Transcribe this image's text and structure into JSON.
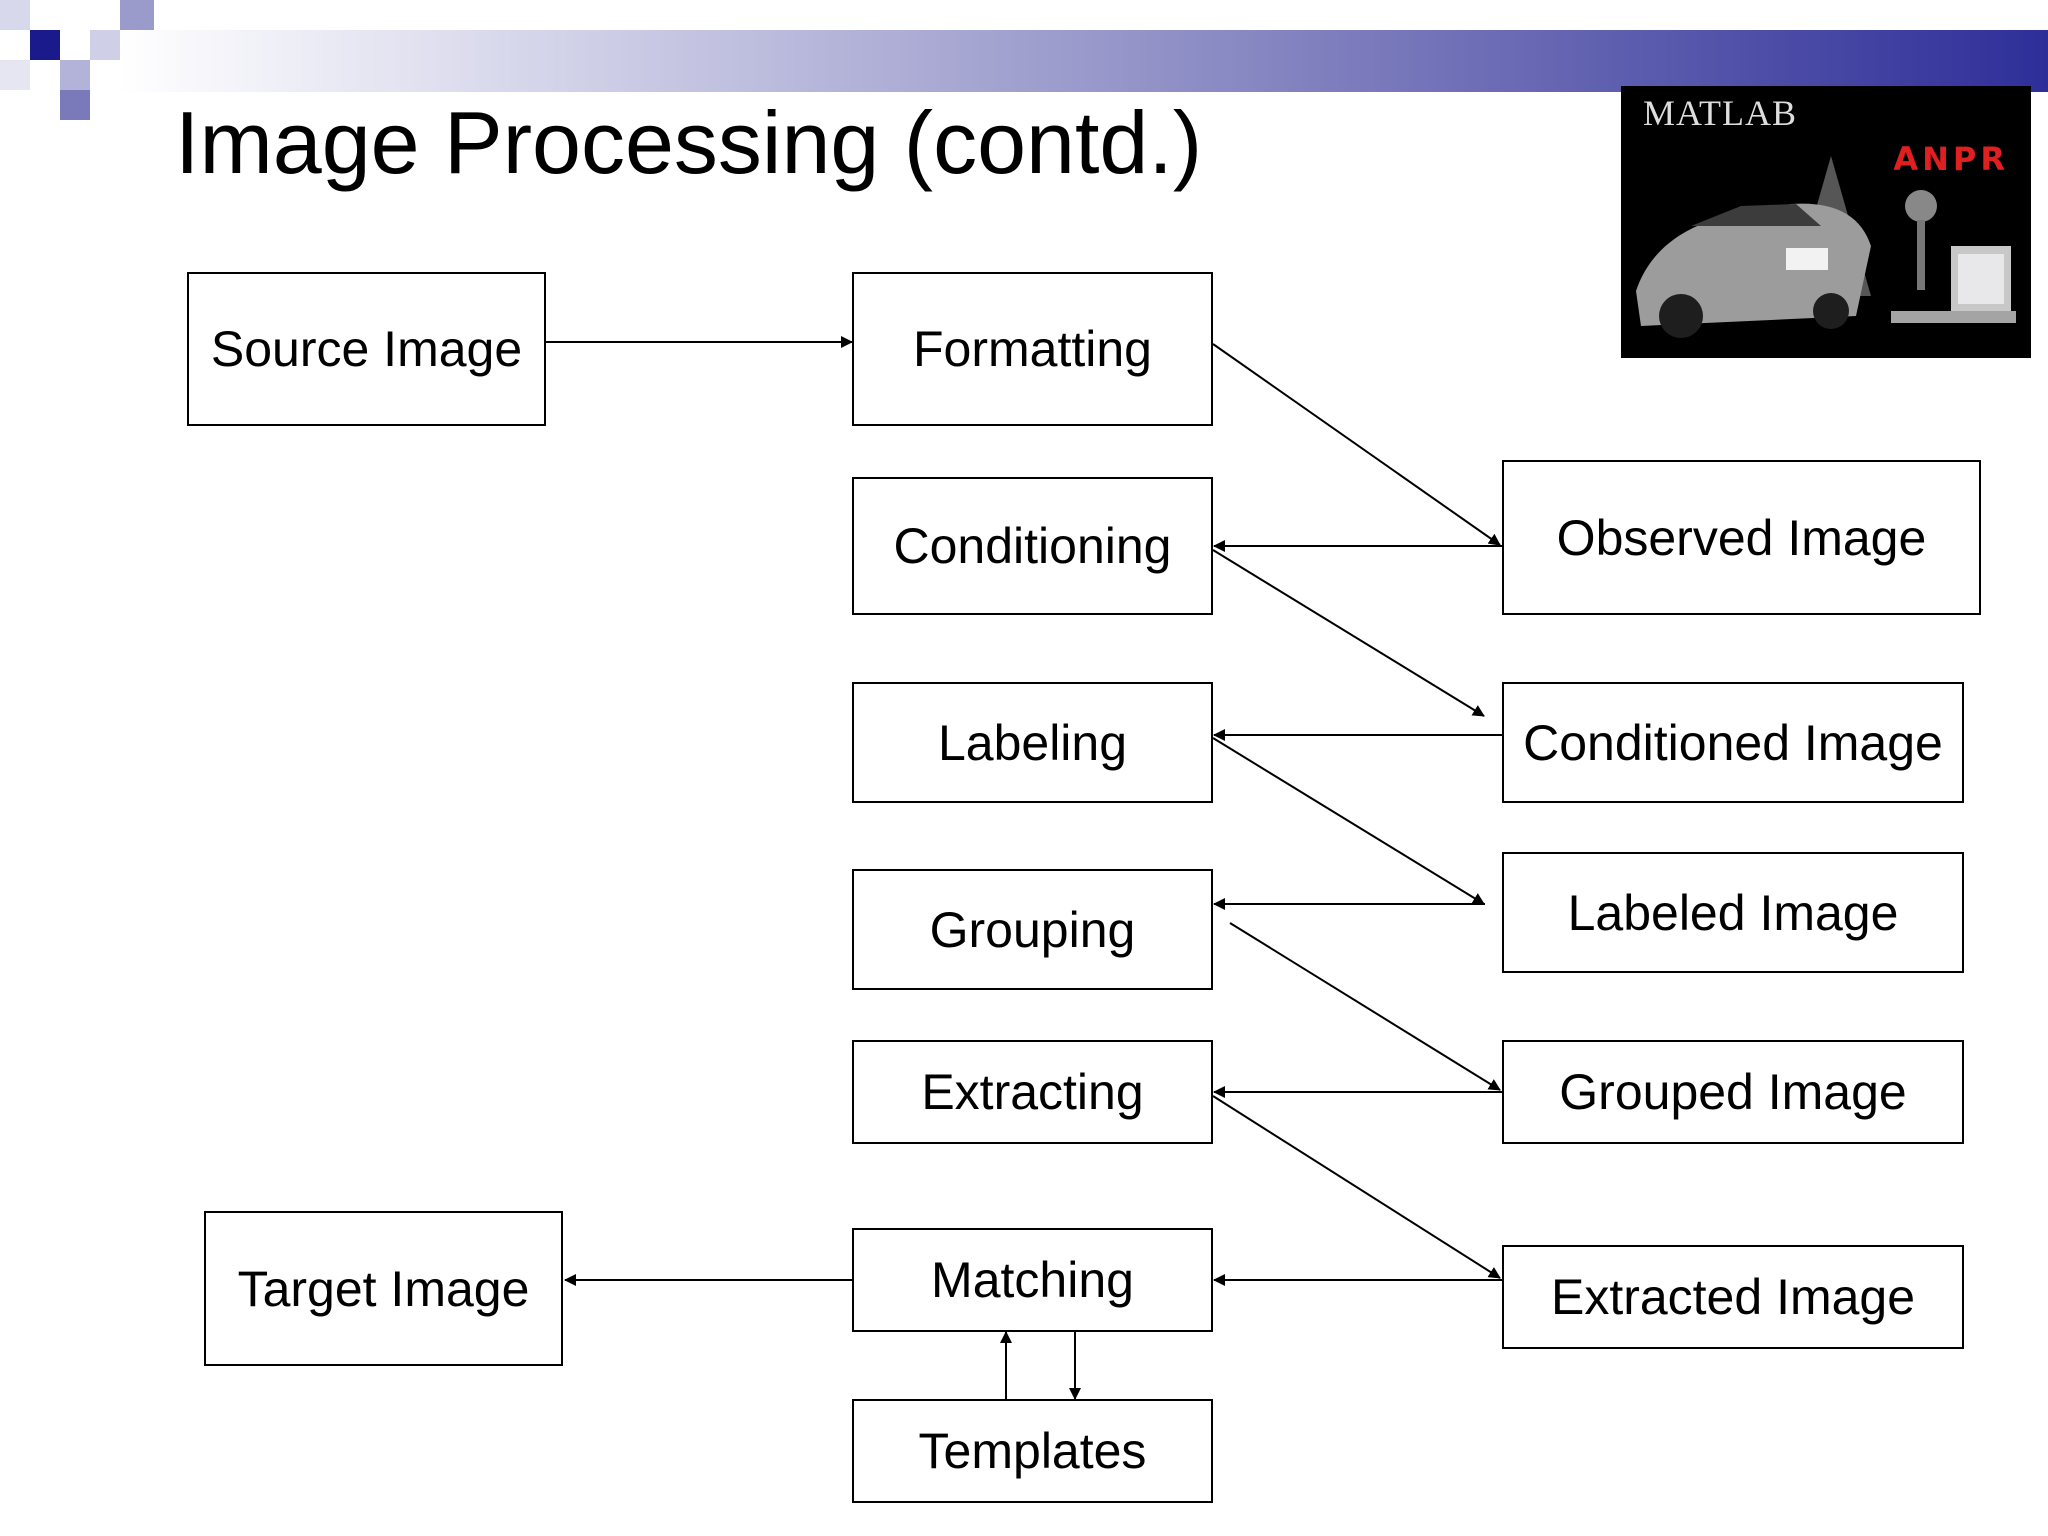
{
  "slide": {
    "title": "Image Processing (contd.)"
  },
  "nodes": {
    "source_image": "Source Image",
    "formatting": "Formatting",
    "observed_image": "Observed Image",
    "conditioning": "Conditioning",
    "conditioned_image": "Conditioned Image",
    "labeling": "Labeling",
    "labeled_image": "Labeled Image",
    "grouping": "Grouping",
    "grouped_image": "Grouped Image",
    "extracting": "Extracting",
    "extracted_image": "Extracted Image",
    "matching": "Matching",
    "target_image": "Target Image",
    "templates": "Templates"
  },
  "photo": {
    "brand_text": "MATLAB",
    "overlay_text": "ANPR"
  },
  "colors": {
    "accent_dark": "#1a1a8c",
    "accent_mid": "#6b6bb3",
    "accent_light": "#b3b3d9",
    "overlay_red": "#e02020"
  }
}
